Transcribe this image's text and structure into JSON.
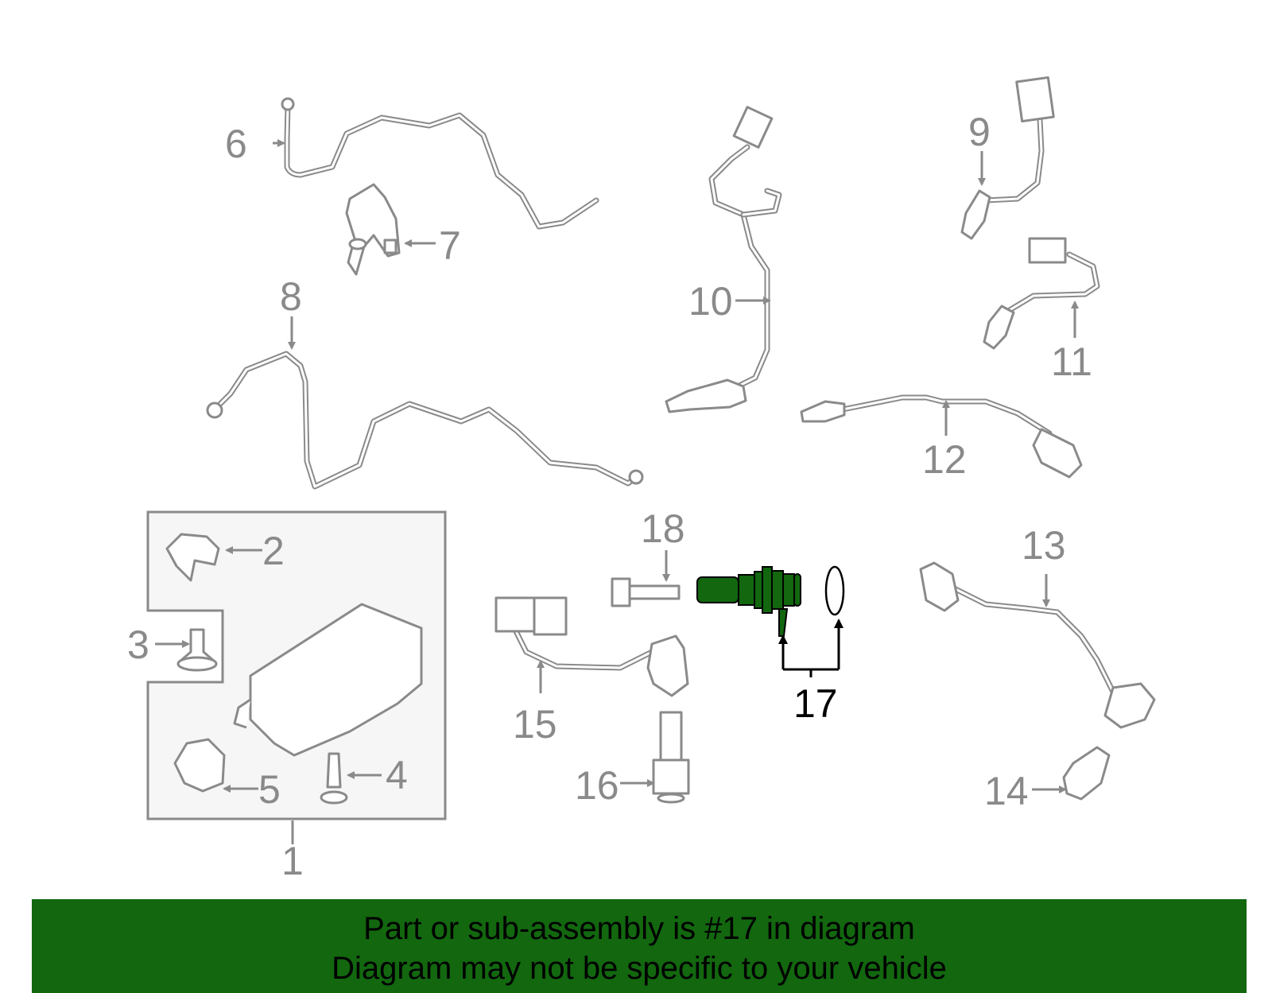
{
  "diagram": {
    "callouts": [
      "1",
      "2",
      "3",
      "4",
      "5",
      "6",
      "7",
      "8",
      "9",
      "10",
      "11",
      "12",
      "13",
      "14",
      "15",
      "16",
      "17",
      "18"
    ],
    "highlighted_callout": "17",
    "highlight_color": "#12670f",
    "part_line_color": "#8a8a8a",
    "box_fill": "#f6f6f6"
  },
  "banner": {
    "line1": "Part or sub-assembly is #17 in diagram",
    "line2": "Diagram may not be specific to your vehicle",
    "background": "#12670f"
  }
}
